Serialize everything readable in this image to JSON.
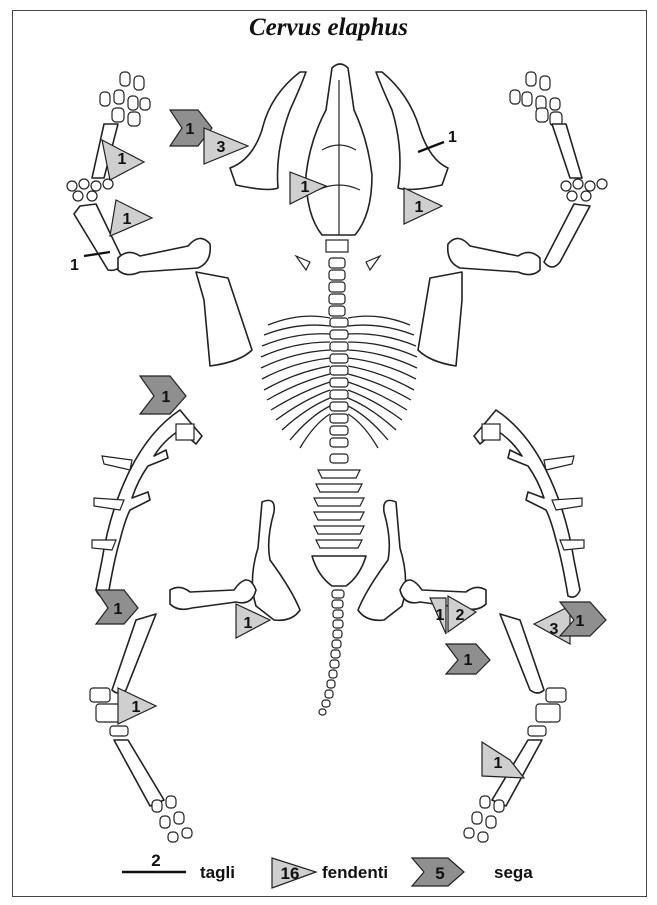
{
  "title": "Cervus elaphus",
  "legend": {
    "cuts": {
      "count": "2",
      "label": "tagli"
    },
    "chops": {
      "count": "16",
      "label": "fendenti"
    },
    "saw": {
      "count": "5",
      "label": "sega"
    }
  },
  "marks": {
    "saw_skull_left": "1",
    "tri_skull_left": "3",
    "tri_skull_center": "1",
    "tri_mandible_right": "1",
    "cut_mandible_right": "1",
    "tri_forefoot_left": "1",
    "tri_radius_left": "1",
    "cut_radius_left": "1",
    "saw_antler_base_left": "1",
    "saw_tibia_left": "1",
    "tri_femur_left": "1",
    "tri_tarsal_left": "1",
    "tri_pelvis_right_a": "1",
    "tri_pelvis_right_b": "2",
    "saw_pelvis_right": "1",
    "tri_tibia_right": "3",
    "saw_tibia_right": "1",
    "tri_hindfoot_right": "1"
  },
  "colors": {
    "chop_marker": "#cfcfcf",
    "saw_marker": "#8f8f8f",
    "outline": "#222222"
  }
}
